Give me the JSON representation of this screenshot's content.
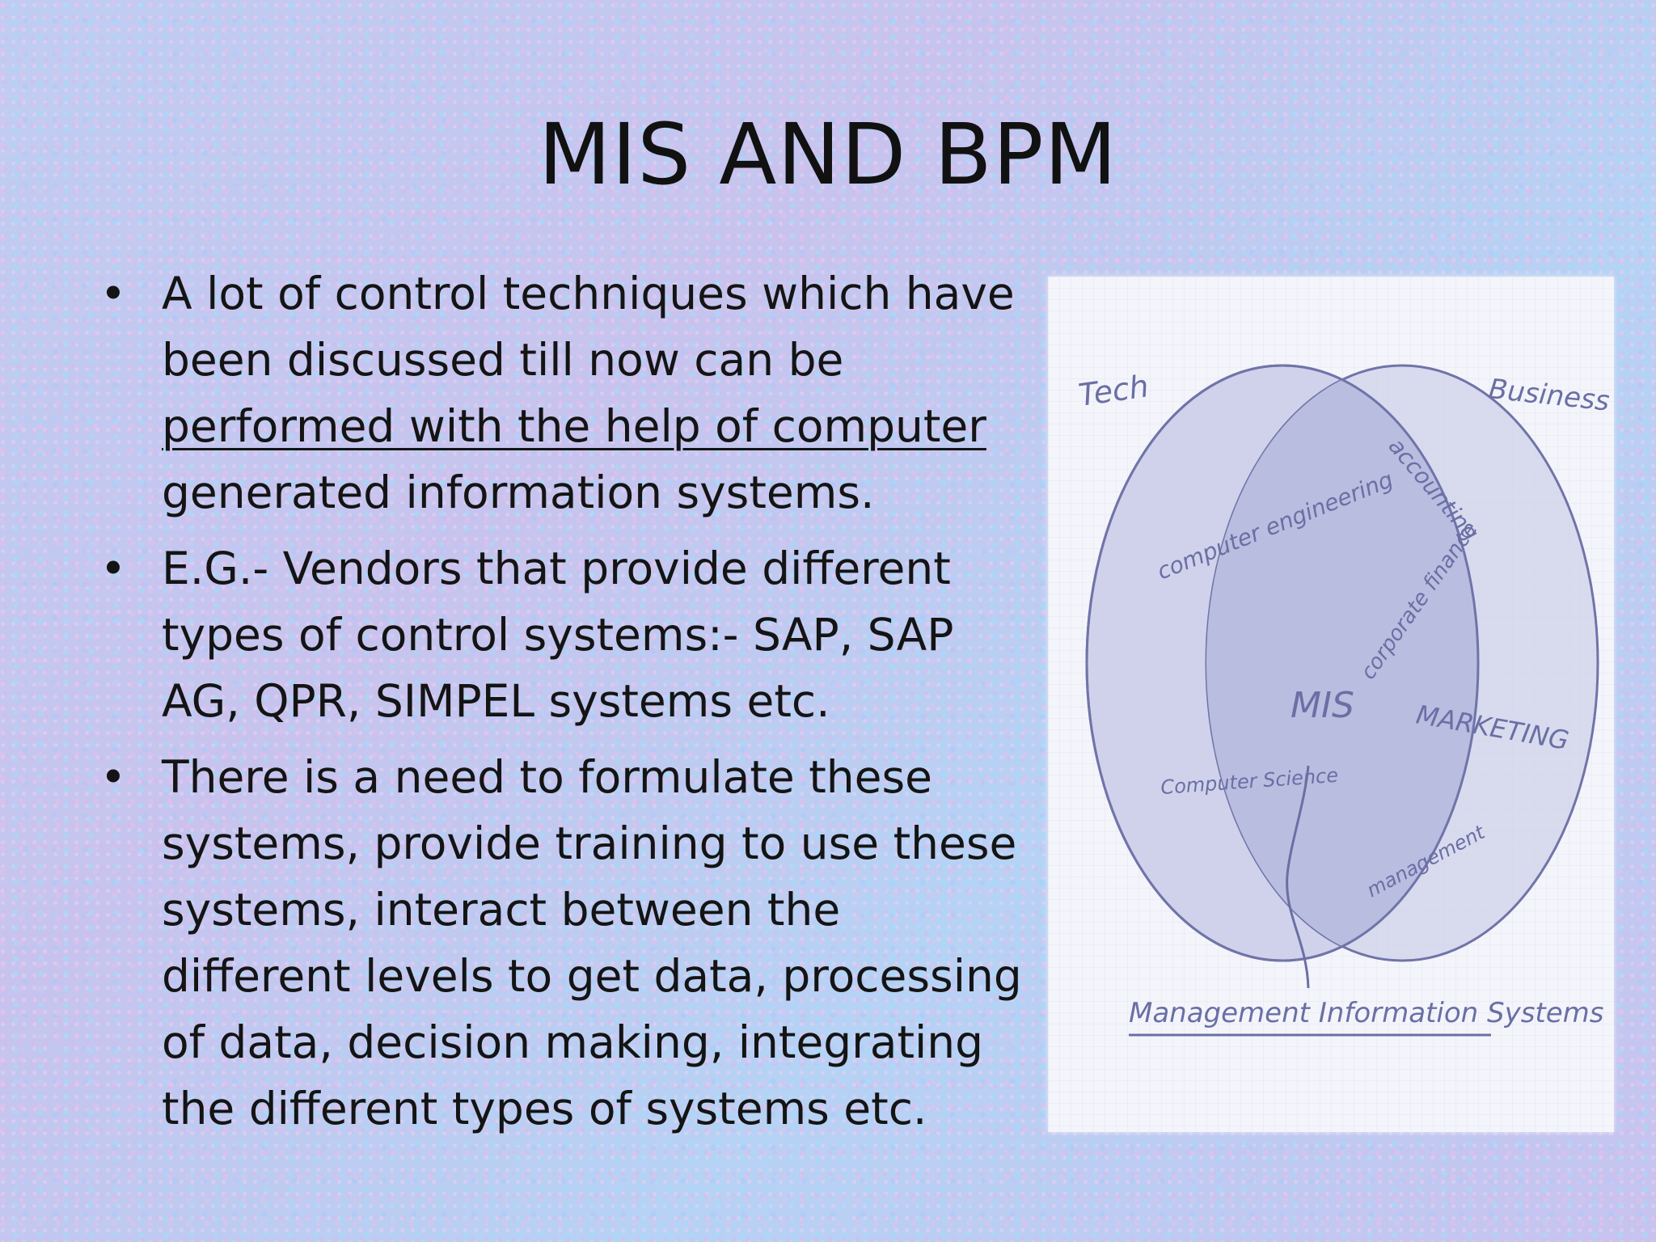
{
  "slide": {
    "title": "MIS AND BPM",
    "bullets": [
      {
        "pre": "A lot of control techniques which have been discussed till now can be ",
        "emphasis": "performed with the help of computer",
        "post": " generated information systems."
      },
      {
        "pre": "E.G.- Vendors that provide different types of control systems:- SAP, SAP AG, QPR, SIMPEL systems etc."
      },
      {
        "pre": "There is a need to formulate these systems, provide training to use these systems, interact between the different levels to get data, processing of data, decision making, integrating the different types of systems etc."
      }
    ],
    "bullet_symbol": "•"
  },
  "figure": {
    "left_label": "Tech",
    "right_label": "Business",
    "center_label": "MIS",
    "left_items": [
      "computer engineering",
      "Computer Science"
    ],
    "right_items": [
      "accounting",
      "corporate finance",
      "MARKETING",
      "management"
    ],
    "caption": "Management Information Systems"
  }
}
